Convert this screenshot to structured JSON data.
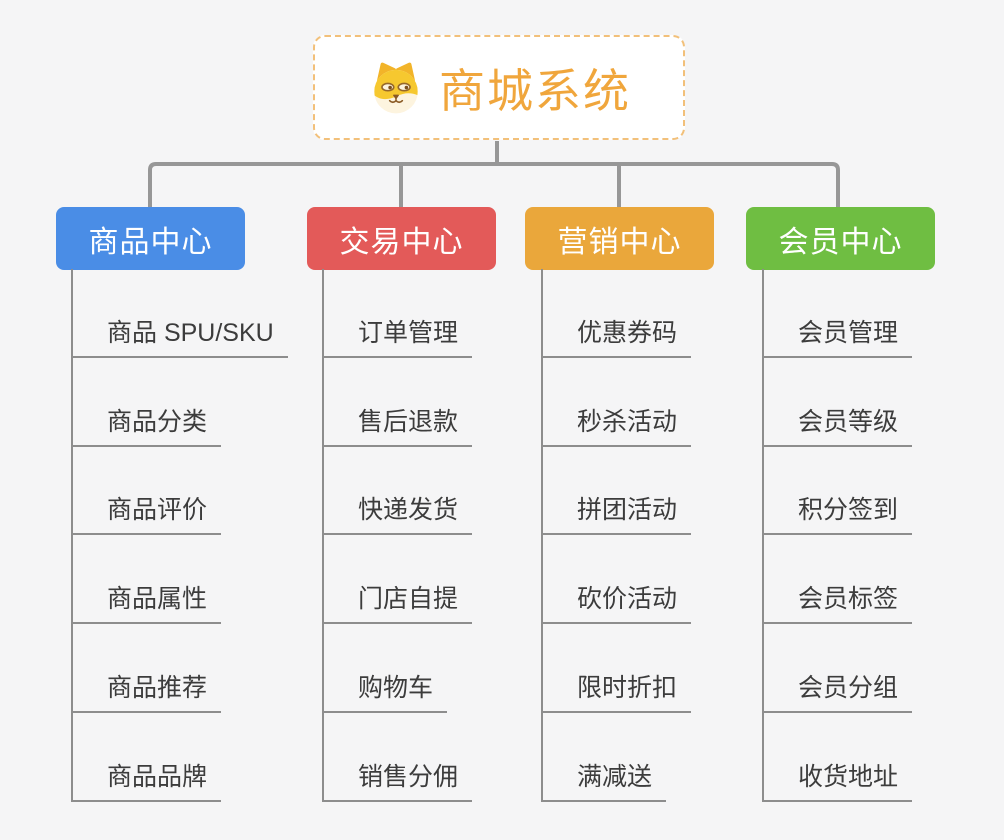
{
  "canvas": {
    "background": "#f5f5f6",
    "connector_color": "#979797",
    "line_color": "#8d8d8d"
  },
  "root": {
    "title": "商城系统",
    "text_color": "#f0a63c",
    "border_color": "#f2c07a",
    "icon": "dog-face"
  },
  "branches": [
    {
      "label": "商品中心",
      "color": "#4a8de6",
      "items": [
        "商品 SPU/SKU",
        "商品分类",
        "商品评价",
        "商品属性",
        "商品推荐",
        "商品品牌"
      ]
    },
    {
      "label": "交易中心",
      "color": "#e35a59",
      "items": [
        "订单管理",
        "售后退款",
        "快递发货",
        "门店自提",
        "购物车",
        "销售分佣"
      ]
    },
    {
      "label": "营销中心",
      "color": "#eaa73b",
      "items": [
        "优惠券码",
        "秒杀活动",
        "拼团活动",
        "砍价活动",
        "限时折扣",
        "满减送"
      ]
    },
    {
      "label": "会员中心",
      "color": "#6fbe42",
      "items": [
        "会员管理",
        "会员等级",
        "积分签到",
        "会员标签",
        "会员分组",
        "收货地址"
      ]
    }
  ]
}
